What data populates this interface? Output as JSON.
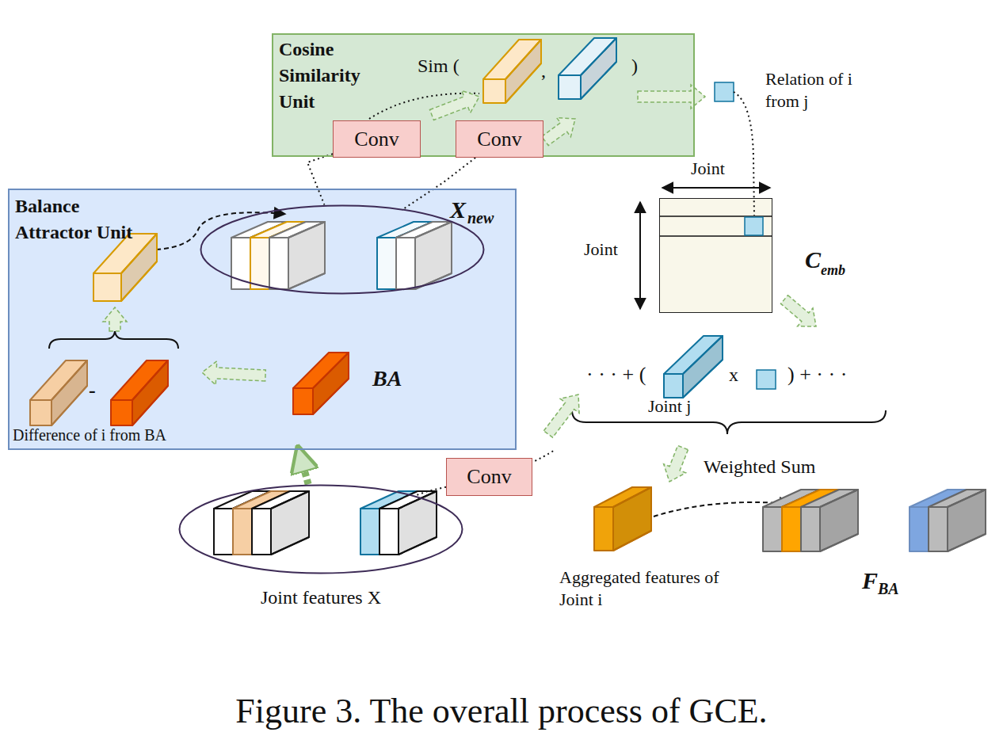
{
  "diagram": {
    "caption": "Figure 3. The overall process of GCE.",
    "nodes": [
      {
        "text": [
          "Cosine Similarity Unit"
        ]
      },
      {
        "text": [
          "Conv"
        ],
        "in": 0
      },
      {
        "text": [
          "Conv"
        ],
        "in": 0
      },
      {
        "text": [
          "Balance Attractor Unit"
        ]
      },
      {
        "text": [
          "X",
          "new"
        ],
        "in": 3
      },
      {
        "text": [
          "Conv"
        ]
      },
      {
        "text": [
          "Joint features X"
        ]
      },
      {
        "text": [
          "C",
          "emb"
        ]
      }
    ],
    "edges": [
      {
        "from": 1,
        "to": 4,
        "arrow": "none"
      },
      {
        "from": 2,
        "to": 4,
        "arrow": "none"
      },
      {
        "from": 5,
        "to": 6,
        "arrow": "none"
      },
      {
        "from": 6,
        "to": 3,
        "arrow": "to"
      }
    ],
    "labels": [
      "Sim (",
      ",",
      ")",
      "Relation of i from j",
      "Joint",
      "Joint",
      "· · · + (",
      "x",
      ") + · · ·",
      "Joint j",
      "Weighted Sum",
      "Aggregated features of Joint i",
      "F",
      "BA",
      "BA",
      "-",
      "Difference of i  from BA"
    ]
  }
}
